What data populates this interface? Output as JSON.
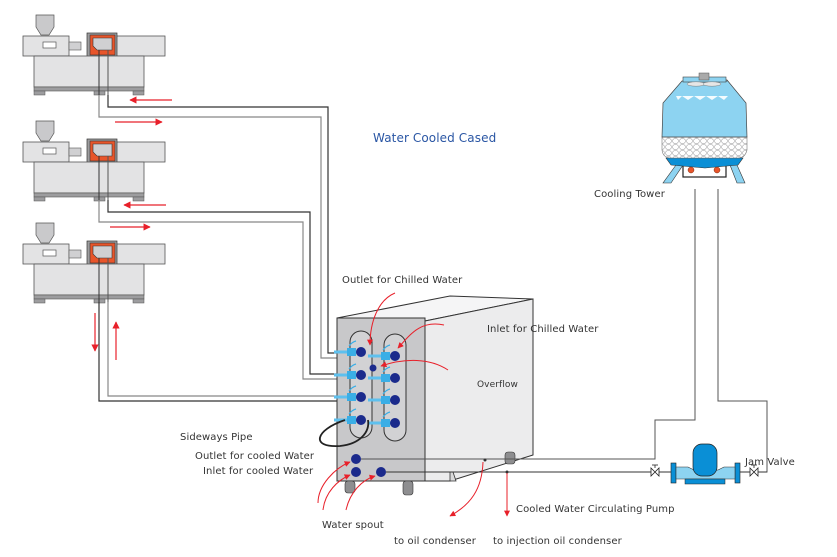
{
  "diagram": {
    "title": "Water Cooled Cased",
    "components": {
      "machines": [
        {
          "id": "injection-machine-1"
        },
        {
          "id": "injection-machine-2"
        },
        {
          "id": "injection-machine-3"
        }
      ],
      "chiller": {
        "id": "water-cooled-chiller"
      },
      "cooling_tower": {
        "label": "Cooling Tower"
      },
      "pump": {
        "label": "Cooled Water Circulating Pump"
      },
      "valve": {
        "label": "Jam Valve"
      }
    },
    "labels": {
      "outlet_chilled": "Outlet for Chilled  Water",
      "inlet_chilled": "Inlet for Chilled  Water",
      "overflow": "Overflow",
      "sideways_pipe": "Sideways Pipe",
      "outlet_cooled": "Outlet for cooled Water",
      "inlet_cooled": "Inlet for cooled Water",
      "water_spout": "Water spout",
      "to_oil_condenser": "to oil condenser",
      "to_injection_oil_condenser": "to injection oil condenser"
    },
    "colors": {
      "title": "#2a56a4",
      "arrow": "#e8202a",
      "machine_body": "#e3e3e4",
      "mold_heater": "#e8552a",
      "tower_blue": "#8dd3f1",
      "pump_blue": "#0a8fd6",
      "connector_dark": "#1b2a8c",
      "connector_light": "#5ec0ee",
      "cabinet_front": "#c9c9cb",
      "cabinet_side": "#ededee"
    }
  }
}
